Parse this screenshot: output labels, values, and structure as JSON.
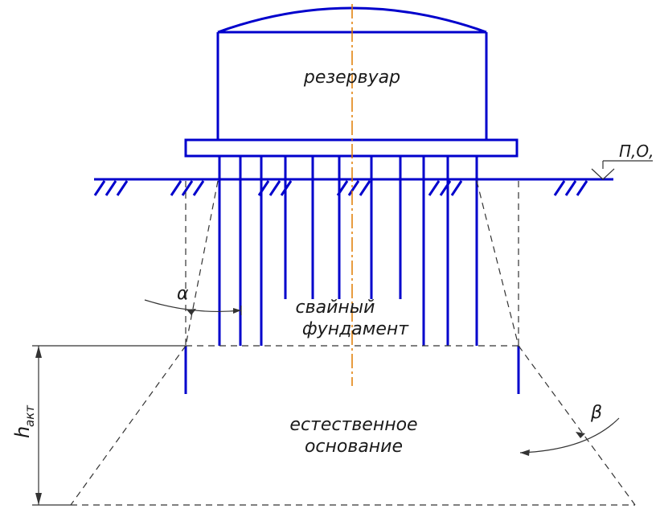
{
  "labels": {
    "tank": "резервуар",
    "pile_foundation_line1": "свайный",
    "pile_foundation_line2": "фундамент",
    "natural_base_line1": "естественное",
    "natural_base_line2": "основание",
    "ground_mark": "П,О,",
    "alpha": "α",
    "beta": "β",
    "h_main": "h",
    "h_sub": "акт"
  },
  "colors": {
    "structure": "#0000cc",
    "axis": "#e07b00",
    "construction": "#333333",
    "text": "#1a1a1a"
  }
}
